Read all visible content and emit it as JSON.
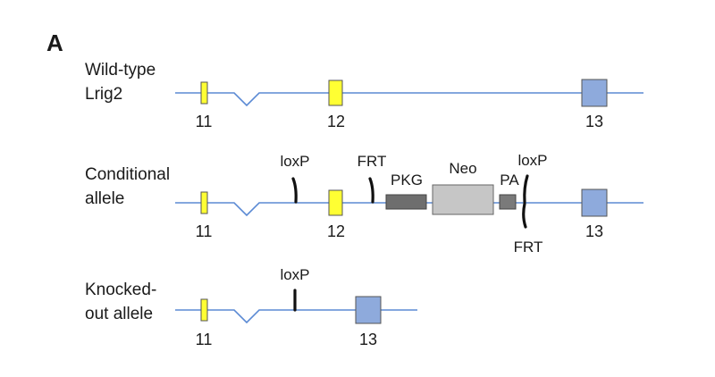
{
  "panel_label": "A",
  "alleles": [
    {
      "name_line1": "Wild-type",
      "name_line2": "Lrig2",
      "exons": [
        "11",
        "12",
        "13"
      ]
    },
    {
      "name_line1": "Conditional",
      "name_line2": "allele",
      "exons": [
        "11",
        "12",
        "13"
      ],
      "sites": {
        "loxp_1": "loxP",
        "frt_1": "FRT",
        "loxp_2": "loxP",
        "frt_2": "FRT"
      },
      "cassette": {
        "pkg": "PKG",
        "neo": "Neo",
        "pa": "PA"
      }
    },
    {
      "name_line1": "Knocked-",
      "name_line2": "out allele",
      "exons": [
        "11",
        "13"
      ],
      "sites": {
        "loxp_1": "loxP"
      }
    }
  ],
  "colors": {
    "backbone": "#5b8ad4",
    "exon_yellow": "#ffff33",
    "exon_blue": "#8eaadc",
    "pkg": "#6e6e6e",
    "neo": "#c6c6c6",
    "pa": "#7a7a7a"
  }
}
